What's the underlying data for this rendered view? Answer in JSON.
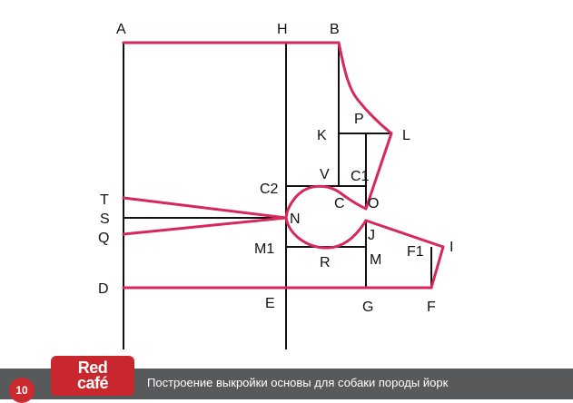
{
  "diagram": {
    "point_labels": {
      "A": "A",
      "H": "H",
      "B": "B",
      "P": "P",
      "K": "K",
      "L": "L",
      "V": "V",
      "C1": "C1",
      "C2": "C2",
      "C": "C",
      "O": "O",
      "T": "T",
      "S": "S",
      "Q": "Q",
      "N": "N",
      "J": "J",
      "M1": "M1",
      "M": "M",
      "R": "R",
      "F1": "F1",
      "I": "I",
      "D": "D",
      "E": "E",
      "G": "G",
      "F": "F"
    },
    "colors": {
      "outline": "#d6285a",
      "construction": "#111111"
    }
  },
  "footer": {
    "page_number": "10",
    "logo_line1": "Red",
    "logo_line2": "café",
    "caption": "Построение выкройки основы для собаки породы йорк"
  }
}
